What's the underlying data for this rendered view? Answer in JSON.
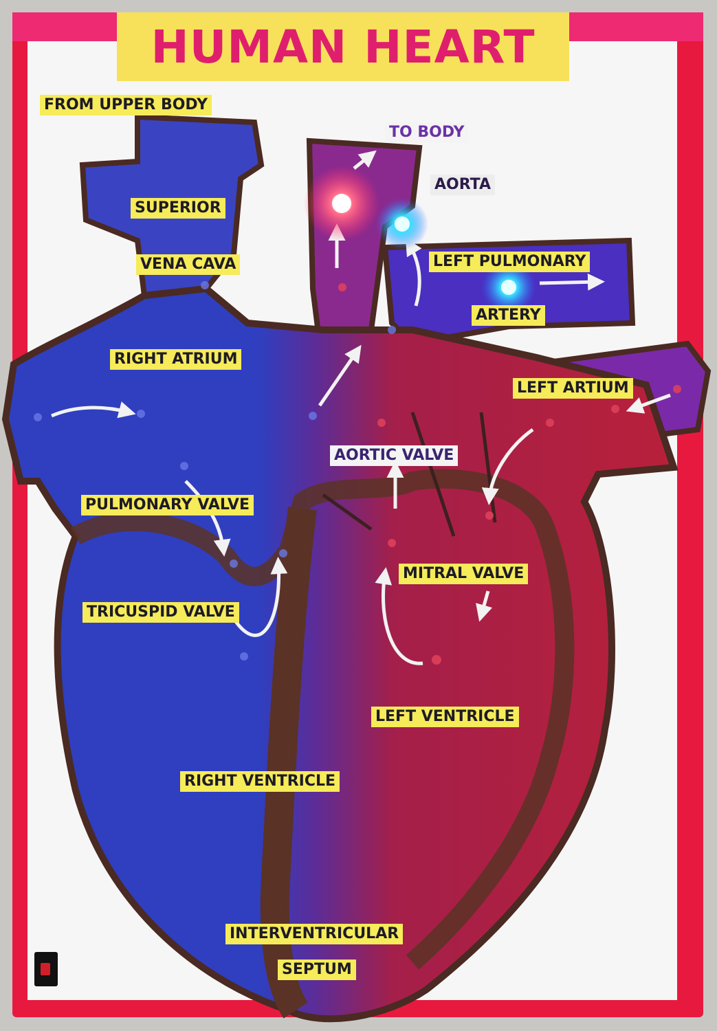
{
  "title": "HUMAN HEART",
  "labels": {
    "from_upper_body": "FROM UPPER BODY",
    "to_body": "TO BODY",
    "aorta": "AORTA",
    "superior": "SUPERIOR",
    "vena_cava": "VENA CAVA",
    "left_pulmonary": "LEFT PULMONARY",
    "artery": "ARTERY",
    "right_atrium": "RIGHT ATRIUM",
    "left_artium": "LEFT ARTIUM",
    "aortic_valve": "AORTIC VALVE",
    "pulmonary_valve": "PULMONARY VALVE",
    "mitral_valve": "MITRAL VALVE",
    "tricuspid_valve": "TRICUSPID VALVE",
    "left_ventricle": "LEFT VENTRICLE",
    "right_ventricle": "RIGHT VENTRICLE",
    "interventricular": "INTERVENTRICULAR",
    "septum": "SEPTUM"
  },
  "colors": {
    "board": "#e8193f",
    "title_text": "#df1f6d",
    "label_bg": "#f6eb59",
    "deoxygenated": "#2f3fbf",
    "oxygenated": "#b01c3a",
    "outline": "#4a2a22"
  },
  "icons": [
    "power-switch-icon",
    "led-red-icon",
    "led-blue-icon",
    "flow-arrow-icon"
  ]
}
